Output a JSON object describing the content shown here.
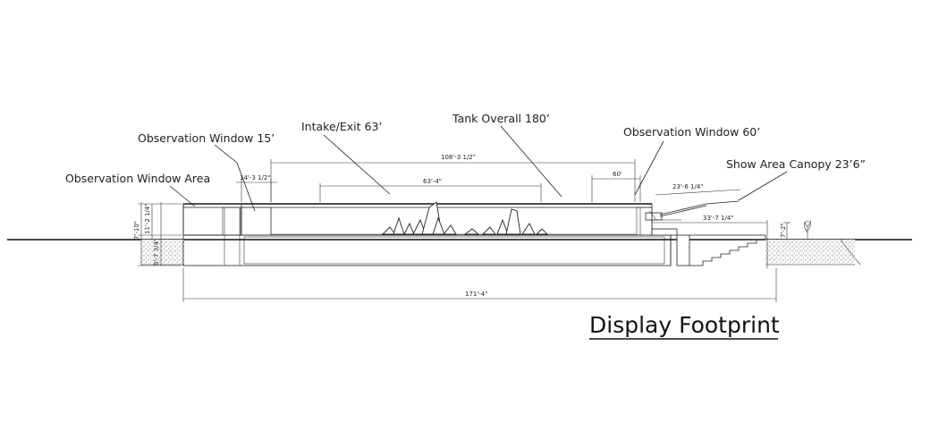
{
  "title": "Display Footprint",
  "labels": {
    "obs_window_area": "Observation Window Area",
    "obs_window_15": "Observation Window 15’",
    "intake_exit": "Intake/Exit 63’",
    "tank_overall": "Tank Overall 180’",
    "obs_window_60": "Observation Window 60’",
    "canopy": "Show Area Canopy 23’6”"
  },
  "dimensions": {
    "d_108": "108'-3 1/2\"",
    "d_14": "14'-3 1/2\"",
    "d_63": "63'-4\"",
    "d_60": "60'",
    "d_23": "23'-6 1/4\"",
    "d_33": "33'-7 1/4\"",
    "d_171": "171'-4\"",
    "v_7_10": "7'-10\"",
    "v_11_2": "11'-2 1/4\"",
    "v_5_7": "5'-7 3/4\"",
    "v_7_2": "7'-2\""
  }
}
